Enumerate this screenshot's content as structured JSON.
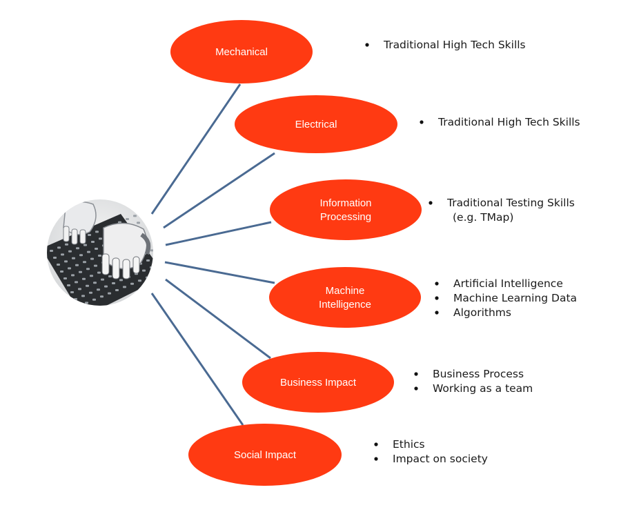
{
  "diagram": {
    "accent_color": "#ff3a12",
    "connector_color": "#4a6a92",
    "center_image": "robot-hands-typing-on-keyboard",
    "nodes": [
      {
        "label_lines": [
          "Mechanical"
        ],
        "bullets": [
          [
            "Traditional High Tech Skills"
          ]
        ]
      },
      {
        "label_lines": [
          "Electrical"
        ],
        "bullets": [
          [
            "Traditional High Tech Skills"
          ]
        ]
      },
      {
        "label_lines": [
          "Information",
          "Processing"
        ],
        "bullets": [
          [
            "Traditional Testing Skills",
            "(e.g. TMap)"
          ]
        ]
      },
      {
        "label_lines": [
          "Machine",
          "Intelligence"
        ],
        "bullets": [
          [
            "Artificial Intelligence"
          ],
          [
            "Machine Learning Data"
          ],
          [
            "Algorithms"
          ]
        ]
      },
      {
        "label_lines": [
          "Business Impact"
        ],
        "bullets": [
          [
            "Business Process"
          ],
          [
            "Working as a team"
          ]
        ]
      },
      {
        "label_lines": [
          "Social Impact"
        ],
        "bullets": [
          [
            "Ethics"
          ],
          [
            "Impact on society"
          ]
        ]
      }
    ]
  }
}
